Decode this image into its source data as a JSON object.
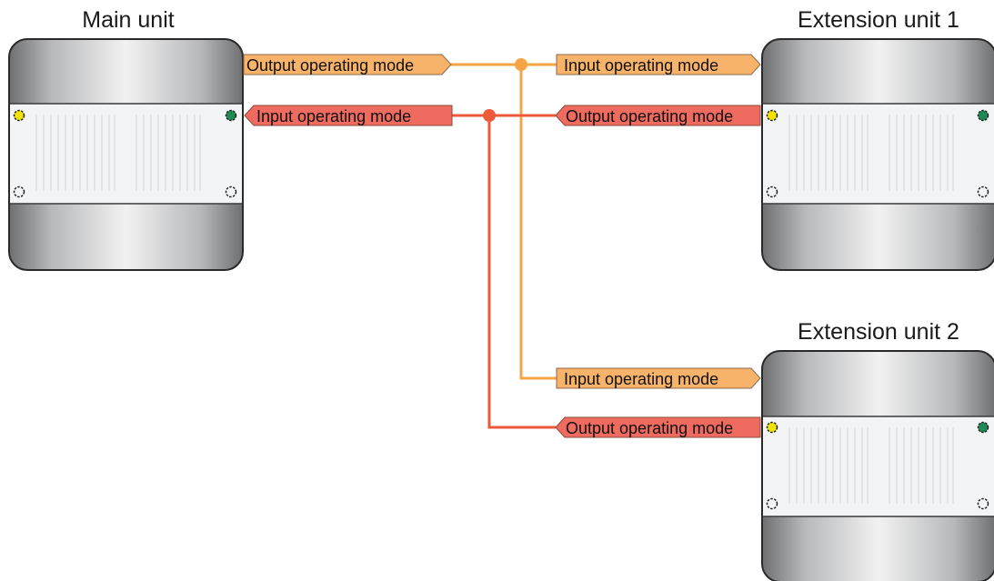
{
  "colors": {
    "input_line": "#f5a546",
    "output_line": "#ed5a3a",
    "input_tag_fill": "#f8b36a",
    "output_tag_fill": "#ef6a5f",
    "tag_stroke": "#8a6a4a",
    "led_yellow": "#f2e205",
    "led_green": "#1f8a55",
    "panel": "#f3f4f5",
    "housing_dark": "#6e6f71",
    "housing_light": "#f1f1f1"
  },
  "units": {
    "main": {
      "title": "Main unit",
      "output_tag": "Output operating mode",
      "input_tag": "Input operating mode"
    },
    "ext1": {
      "title": "Extension unit 1",
      "input_tag": "Input operating mode",
      "output_tag": "Output operating mode"
    },
    "ext2": {
      "title": "Extension unit 2",
      "input_tag": "Input operating mode",
      "output_tag": "Output operating mode"
    }
  },
  "icons": {
    "status_led_left": "yellow-led-icon",
    "status_led_right": "green-led-icon",
    "empty_slot": "dashed-circle-icon"
  }
}
